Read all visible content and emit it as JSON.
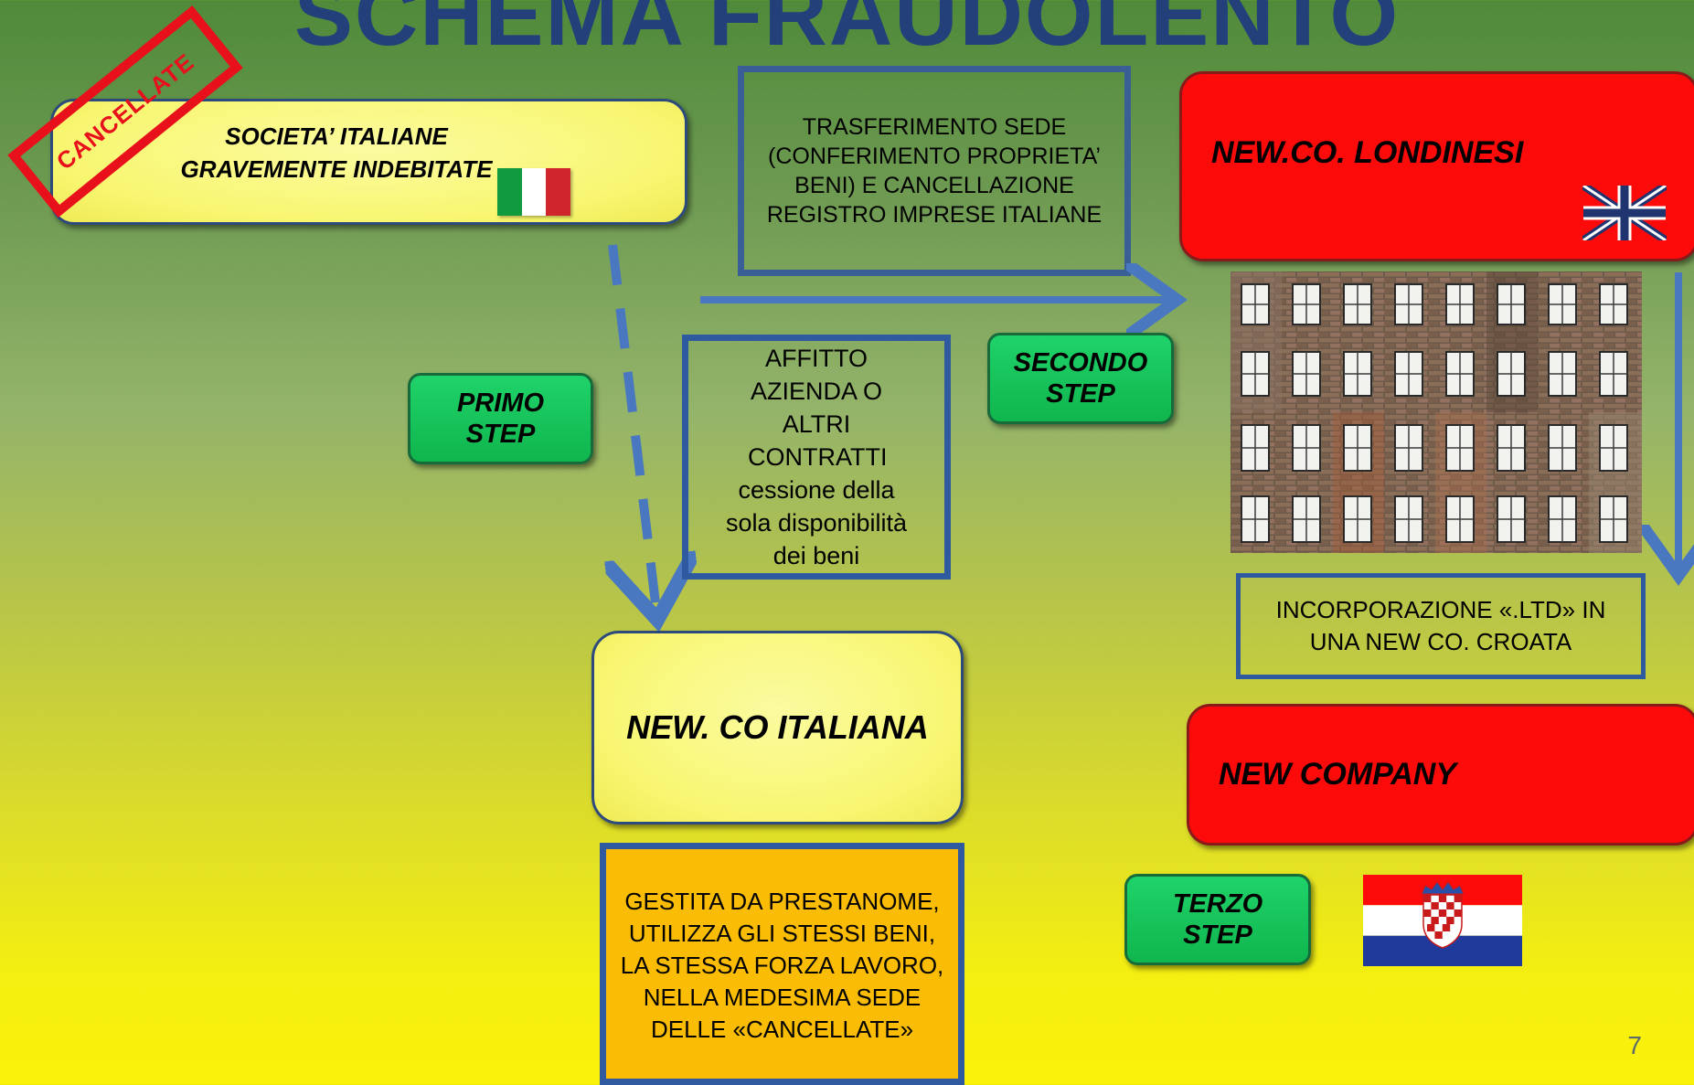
{
  "title": "SCHEMA FRAUDOLENTO",
  "boxes": {
    "italian_companies": "SOCIETA’ ITALIANE GRAVEMENTE INDEBITATE",
    "cancelled_stamp": "CANCELLATE",
    "transfer_note": "TRASFERIMENTO SEDE (CONFERIMENTO PROPRIETA’ BENI) E CANCELLAZIONE REGISTRO IMPRESE ITALIANE",
    "london_newco": "NEW.CO. LONDINESI",
    "lease_note_line1": "AFFITTO AZIENDA O ALTRI CONTRATTI",
    "lease_note_line2": "cessione della sola disponibilità dei beni",
    "italian_newco": "NEW. CO ITALIANA",
    "managed_note": "GESTITA DA PRESTANOME, UTILIZZA GLI STESSI BENI, LA STESSA FORZA LAVORO, NELLA MEDESIMA SEDE DELLE «CANCELLATE»",
    "incorporation_note": "INCORPORAZIONE «.LTD» IN UNA NEW CO. CROATA",
    "new_company": "NEW COMPANY"
  },
  "steps": {
    "first": "PRIMO STEP",
    "second": "SECONDO STEP",
    "third": "TERZO STEP"
  },
  "flags": [
    "italy-flag",
    "uk-flag",
    "croatia-flag"
  ],
  "image": "london-windows-photo",
  "page_number": "7",
  "colors": {
    "title": "#23407a",
    "yellow_box": "#f8f670",
    "red_box": "#fd0a0a",
    "green_step": "#10b54d",
    "orange_box": "#fbbc05",
    "arrow": "#4a78c0"
  }
}
